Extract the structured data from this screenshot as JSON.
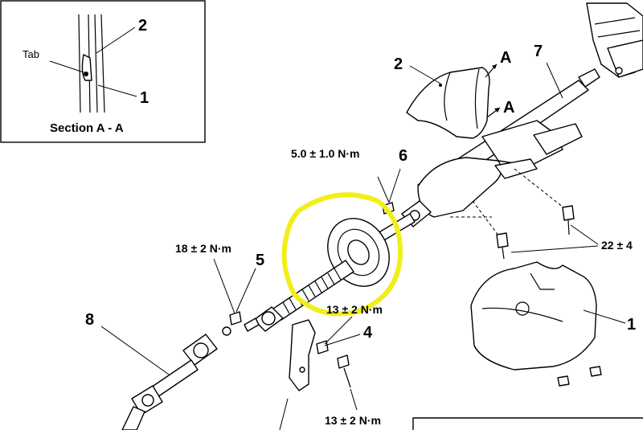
{
  "section_box": {
    "title": "Section A - A",
    "tab_label": "Tab",
    "callout_2": "2",
    "callout_1": "1"
  },
  "callouts": {
    "part_1": "1",
    "part_2": "2",
    "part_4": "4",
    "part_5": "5",
    "part_6": "6",
    "part_7": "7",
    "part_8": "8",
    "section_mark_a_upper": "A",
    "section_mark_a_lower": "A"
  },
  "torques": {
    "t_part6": "5.0 ± 1.0 N·m",
    "t_part5": "18 ± 2 N·m",
    "t_part4_upper": "13 ± 2 N·m",
    "t_part4_lower": "13 ± 2 N·m",
    "t_right": "22 ± 4"
  },
  "colors": {
    "highlight": "#f2ee1a",
    "line": "#000000",
    "background": "#ffffff"
  }
}
